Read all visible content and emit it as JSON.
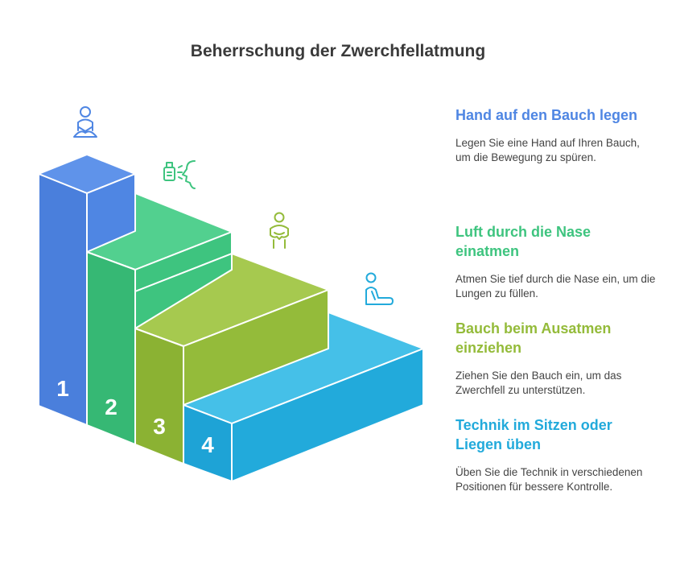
{
  "title": "Beherrschung der Zwerchfellatmung",
  "colors": {
    "blue": "#4f86e3",
    "green": "#3ec47f",
    "olive": "#94bb3a",
    "cyan": "#22aadb"
  },
  "steps": [
    {
      "number": "1",
      "title": "Hand auf den Bauch legen",
      "description": "Legen Sie eine Hand auf Ihren Bauch, um die Bewegung zu spüren.",
      "icon": "meditating-person-icon",
      "color": "#4f86e3"
    },
    {
      "number": "2",
      "title": "Luft durch die Nase einatmen",
      "description": "Atmen Sie tief durch die Nase ein, um die Lungen zu füllen.",
      "icon": "nose-inhale-icon",
      "color": "#3ec47f"
    },
    {
      "number": "3",
      "title": "Bauch beim Ausatmen einziehen",
      "description": "Ziehen Sie den Bauch ein, um das Zwerchfell zu unterstützen.",
      "icon": "standing-person-belly-icon",
      "color": "#94bb3a"
    },
    {
      "number": "4",
      "title": "Technik im Sitzen oder Liegen üben",
      "description": "Üben Sie die Technik in verschiedenen Positionen für bessere Kontrolle.",
      "icon": "sitting-person-icon",
      "color": "#22aadb"
    }
  ]
}
